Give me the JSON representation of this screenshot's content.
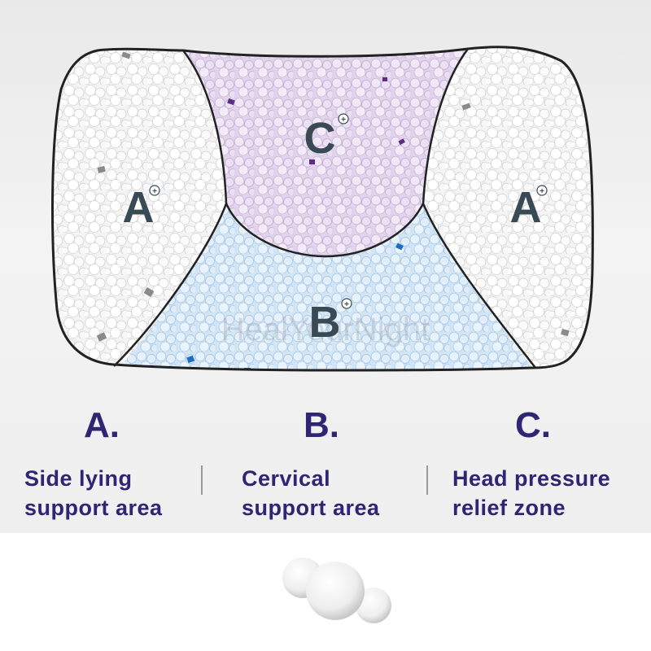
{
  "diagram": {
    "zones": [
      {
        "id": "A-left",
        "letter": "A",
        "color": "#f5f5f5"
      },
      {
        "id": "C",
        "letter": "C",
        "color": "#e6d9ef"
      },
      {
        "id": "A-right",
        "letter": "A",
        "color": "#f5f5f5"
      },
      {
        "id": "B",
        "letter": "B",
        "color": "#d9e8f6"
      }
    ],
    "plus_symbol": "+",
    "watermark": "HealYourNight"
  },
  "legend": [
    {
      "letter": "A.",
      "line1": "Side lying",
      "line2": "support area"
    },
    {
      "letter": "B.",
      "line1": "Cervical",
      "line2": "support area"
    },
    {
      "letter": "C.",
      "line1": "Head pressure",
      "line2": "relief zone"
    }
  ],
  "colors": {
    "accent": "#2e2573",
    "zone_text": "#3a4a55",
    "outline": "#222222"
  }
}
